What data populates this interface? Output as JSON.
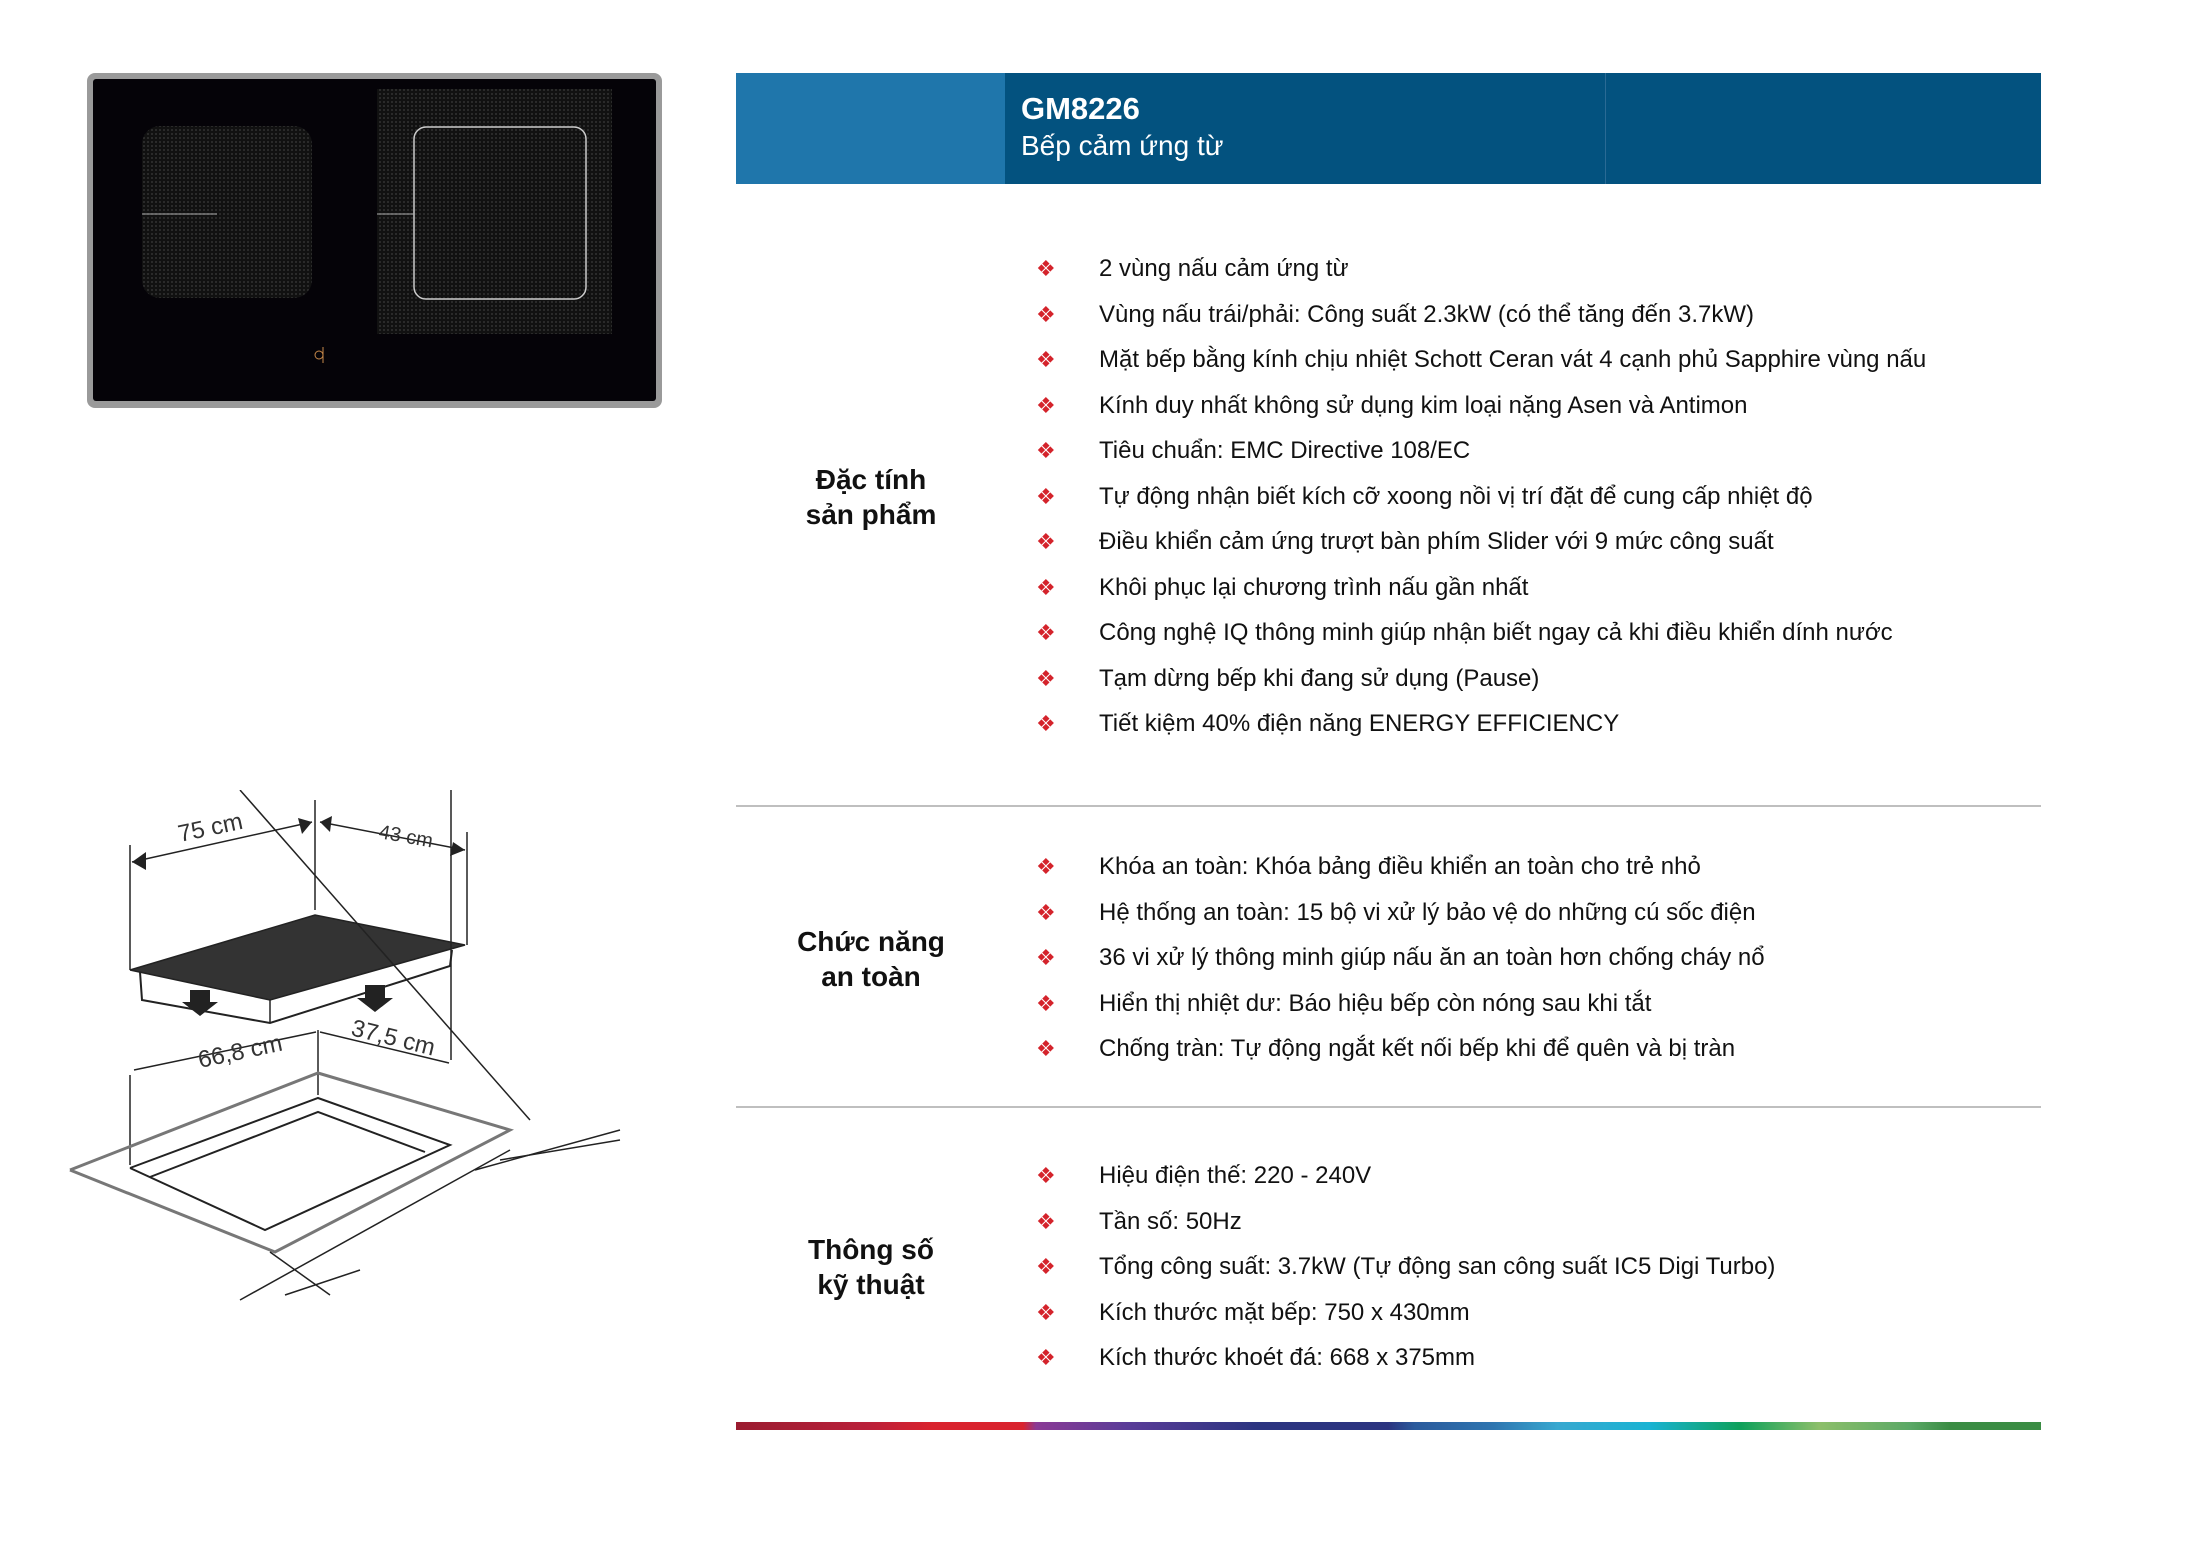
{
  "header": {
    "model": "GM8226",
    "subtitle": "Bếp cảm ứng từ"
  },
  "colors": {
    "header_dark": "#03527f",
    "header_light": "#1f76ab",
    "bullet": "#d4232b"
  },
  "bullet_icon": "red-diamond-bullet-icon",
  "sections": [
    {
      "label_line1": "Đặc tính",
      "label_line2": "sản phẩm",
      "items": [
        "2 vùng nấu cảm ứng từ",
        "Vùng nấu trái/phải: Công suất 2.3kW (có thể tăng đến 3.7kW)",
        "Mặt bếp bằng kính chịu nhiệt Schott Ceran vát 4 cạnh phủ Sapphire vùng nấu",
        "Kính duy nhất không sử dụng kim loại nặng Asen và Antimon",
        "Tiêu chuẩn: EMC Directive 108/EC",
        "Tự động nhận biết kích cỡ xoong nồi vị trí đặt để cung cấp nhiệt độ",
        "Điều khiển cảm ứng trượt bàn phím Slider với 9 mức công suất",
        "Khôi phục lại chương trình nấu gần nhất",
        "Công nghệ IQ thông minh giúp nhận biết ngay cả khi điều khiển dính nước",
        "Tạm dừng bếp khi đang sử dụng (Pause)",
        "Tiết kiệm 40% điện năng ENERGY EFFICIENCY"
      ]
    },
    {
      "label_line1": "Chức năng",
      "label_line2": "an toàn",
      "items": [
        "Khóa an toàn: Khóa bảng điều khiển an toàn cho trẻ nhỏ",
        "Hệ thống an toàn: 15 bộ vi xử lý bảo vệ do những cú sốc điện",
        "36 vi xử lý thông minh giúp nấu ăn an toàn hơn chống cháy nổ",
        "Hiển thị nhiệt dư: Báo hiệu bếp còn nóng sau khi tắt",
        "Chống tràn: Tự động ngắt kết nối bếp khi để quên và bị tràn"
      ]
    },
    {
      "label_line1": "Thông số",
      "label_line2": "kỹ thuật",
      "items": [
        "Hiệu điện thế: 220 - 240V",
        "Tần số: 50Hz",
        "Tổng công suất: 3.7kW (Tự động san công suất IC5 Digi Turbo)",
        "Kích thước mặt bếp: 750 x 430mm",
        "Kích thước khoét đá: 668 x 375mm"
      ]
    }
  ],
  "diagram": {
    "width_top": "75 cm",
    "depth_top": "43 cm",
    "width_cut": "66,8 cm",
    "depth_cut": "37,5 cm"
  }
}
